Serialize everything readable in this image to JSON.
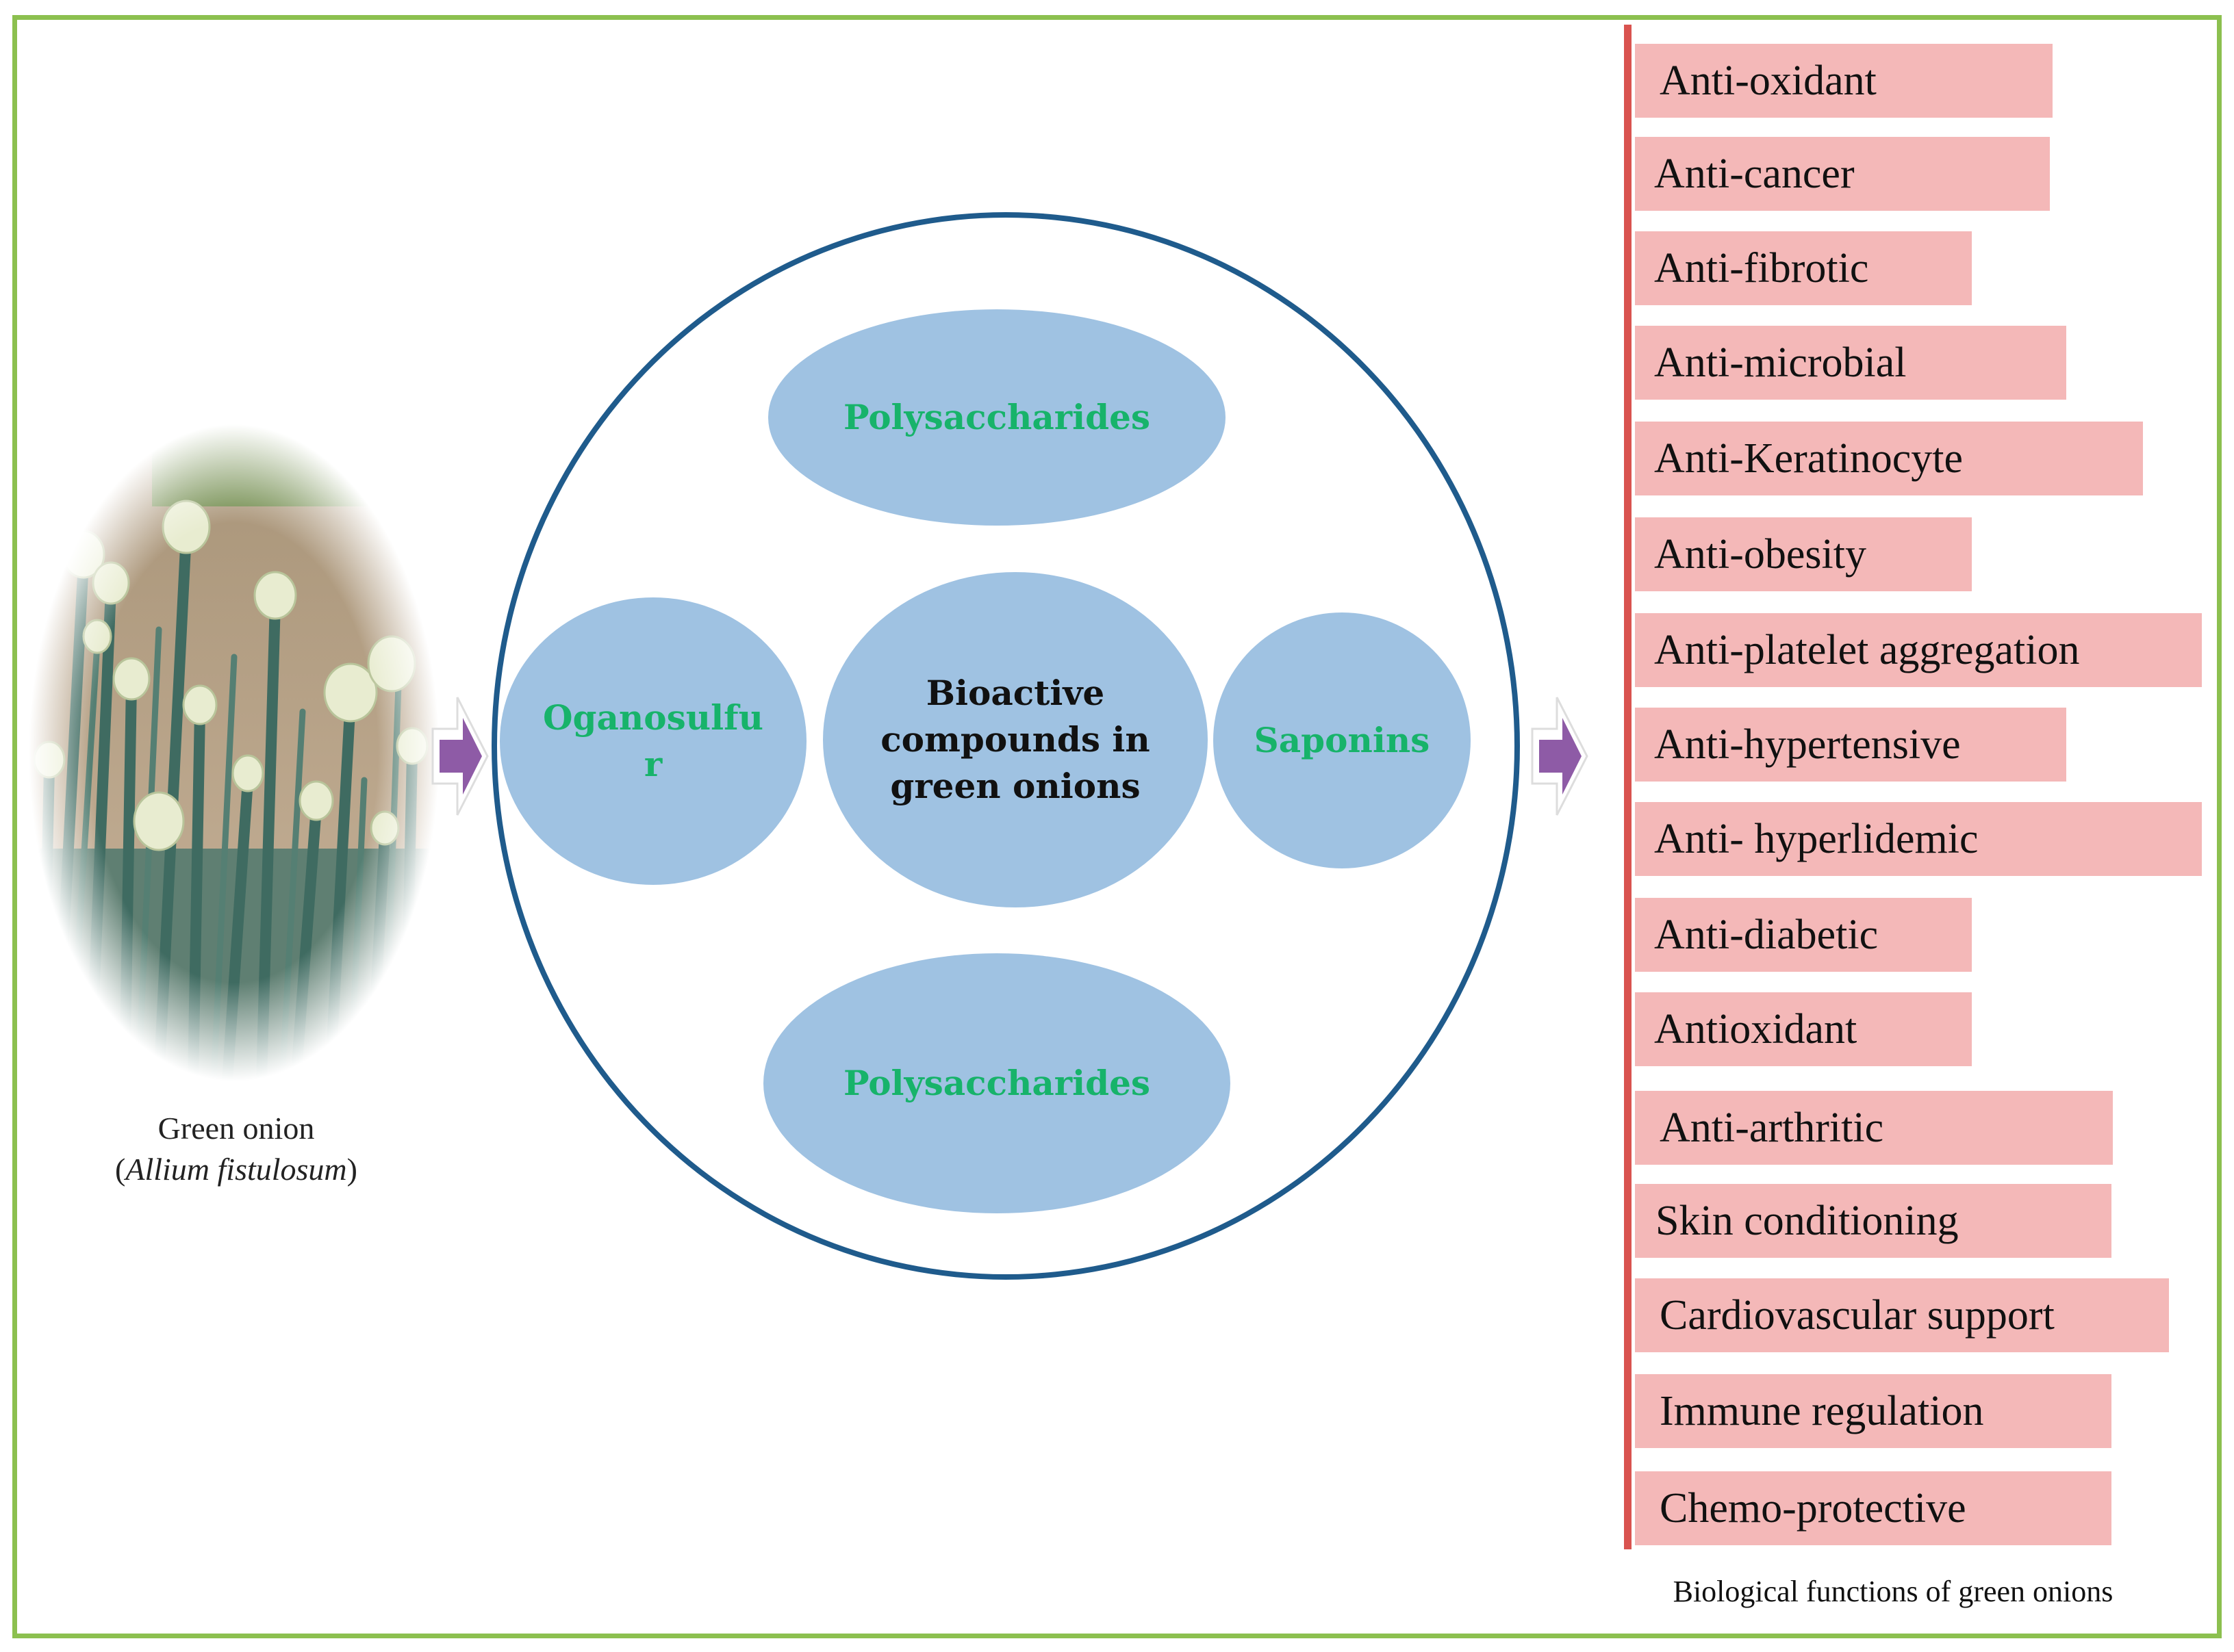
{
  "photo": {
    "label": "Green onion",
    "scientific_name": "Allium fistulosum",
    "icon": "green-onion-photo"
  },
  "center": {
    "title": "Bioactive compounds in green onions",
    "compounds": {
      "top": "Polysaccharides",
      "left": "Oganosulfu\nr",
      "right": "Saponins",
      "bottom": "Polysaccharides"
    }
  },
  "functions": {
    "caption": "Biological functions of green onions",
    "items": [
      "Anti-oxidant",
      "Anti-cancer",
      "Anti-fibrotic",
      "Anti-microbial",
      "Anti-Keratinocyte",
      "Anti-obesity",
      "Anti-platelet aggregation",
      "Anti-hypertensive",
      "Anti- hyperlidemic",
      "Anti-diabetic",
      "Antioxidant",
      "Anti-arthritic",
      "Skin conditioning",
      "Cardiovascular support",
      "Immune regulation",
      "Chemo-protective"
    ]
  },
  "colors": {
    "frame": "#8cc04f",
    "circle_border": "#1f5b8c",
    "ellipse_fill": "#9fc2e2",
    "compound_text": "#17b36a",
    "function_box": "#f4b8b8",
    "function_line": "#d9534f",
    "arrow": "#8e5ba6"
  }
}
